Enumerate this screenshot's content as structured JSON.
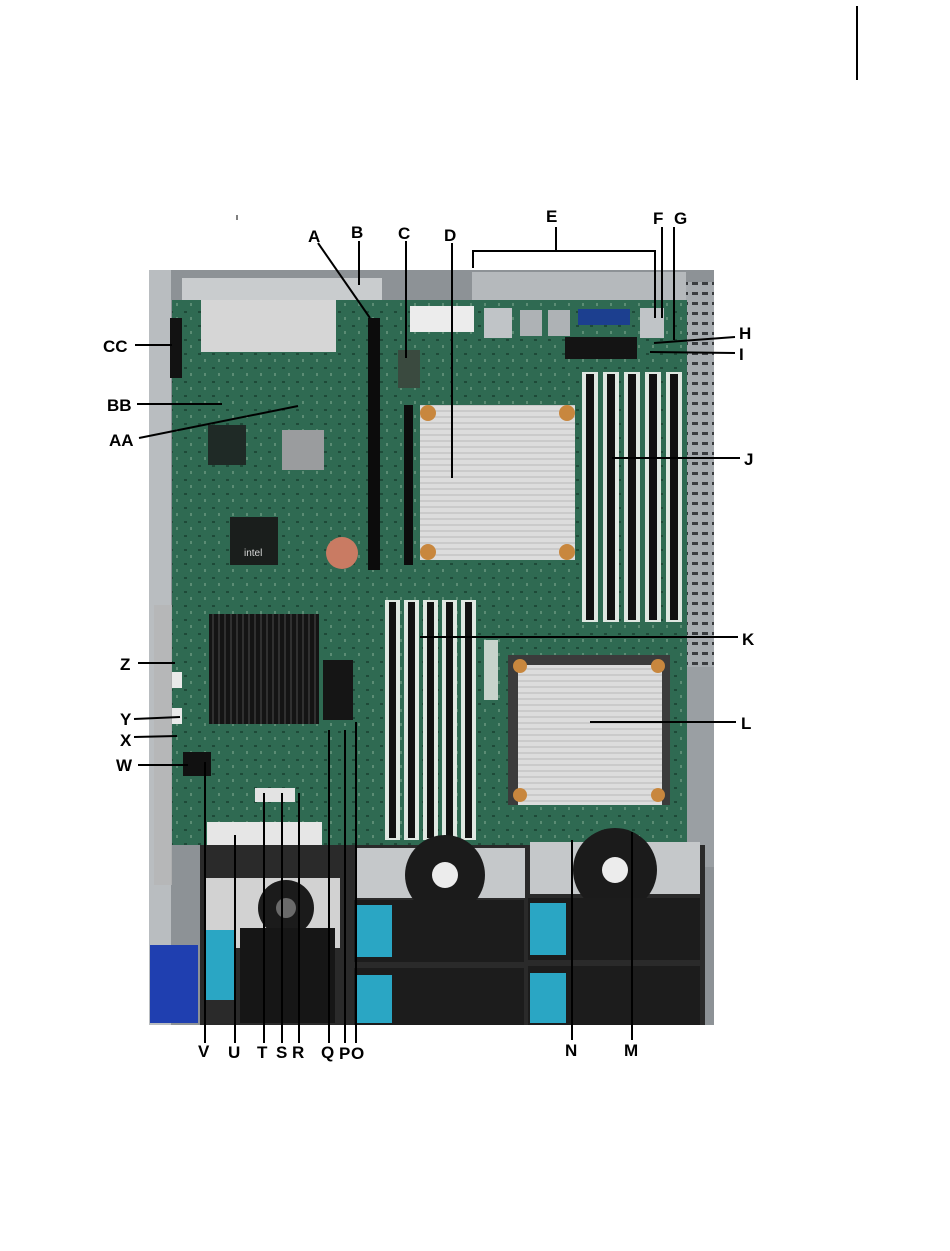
{
  "labels": {
    "A": "A",
    "B": "B",
    "C": "C",
    "D": "D",
    "E": "E",
    "F": "F",
    "G": "G",
    "H": "H",
    "I": "I",
    "J": "J",
    "K": "K",
    "L": "L",
    "M": "M",
    "N": "N",
    "O": "O",
    "P": "P",
    "Q": "Q",
    "R": "R",
    "S": "S",
    "T": "T",
    "U": "U",
    "V": "V",
    "W": "W",
    "X": "X",
    "Y": "Y",
    "Z": "Z",
    "AA": "AA",
    "BB": "BB",
    "CC": "CC"
  },
  "board_text": {
    "chip_logo": "intel"
  },
  "colors": {
    "pcb": "#2f6a52",
    "chassis": "#8d9296",
    "heatsink": "#d9d9d9",
    "dimm": "#111111",
    "fan": "#232323",
    "fan_clip": "#2aa6c4"
  }
}
